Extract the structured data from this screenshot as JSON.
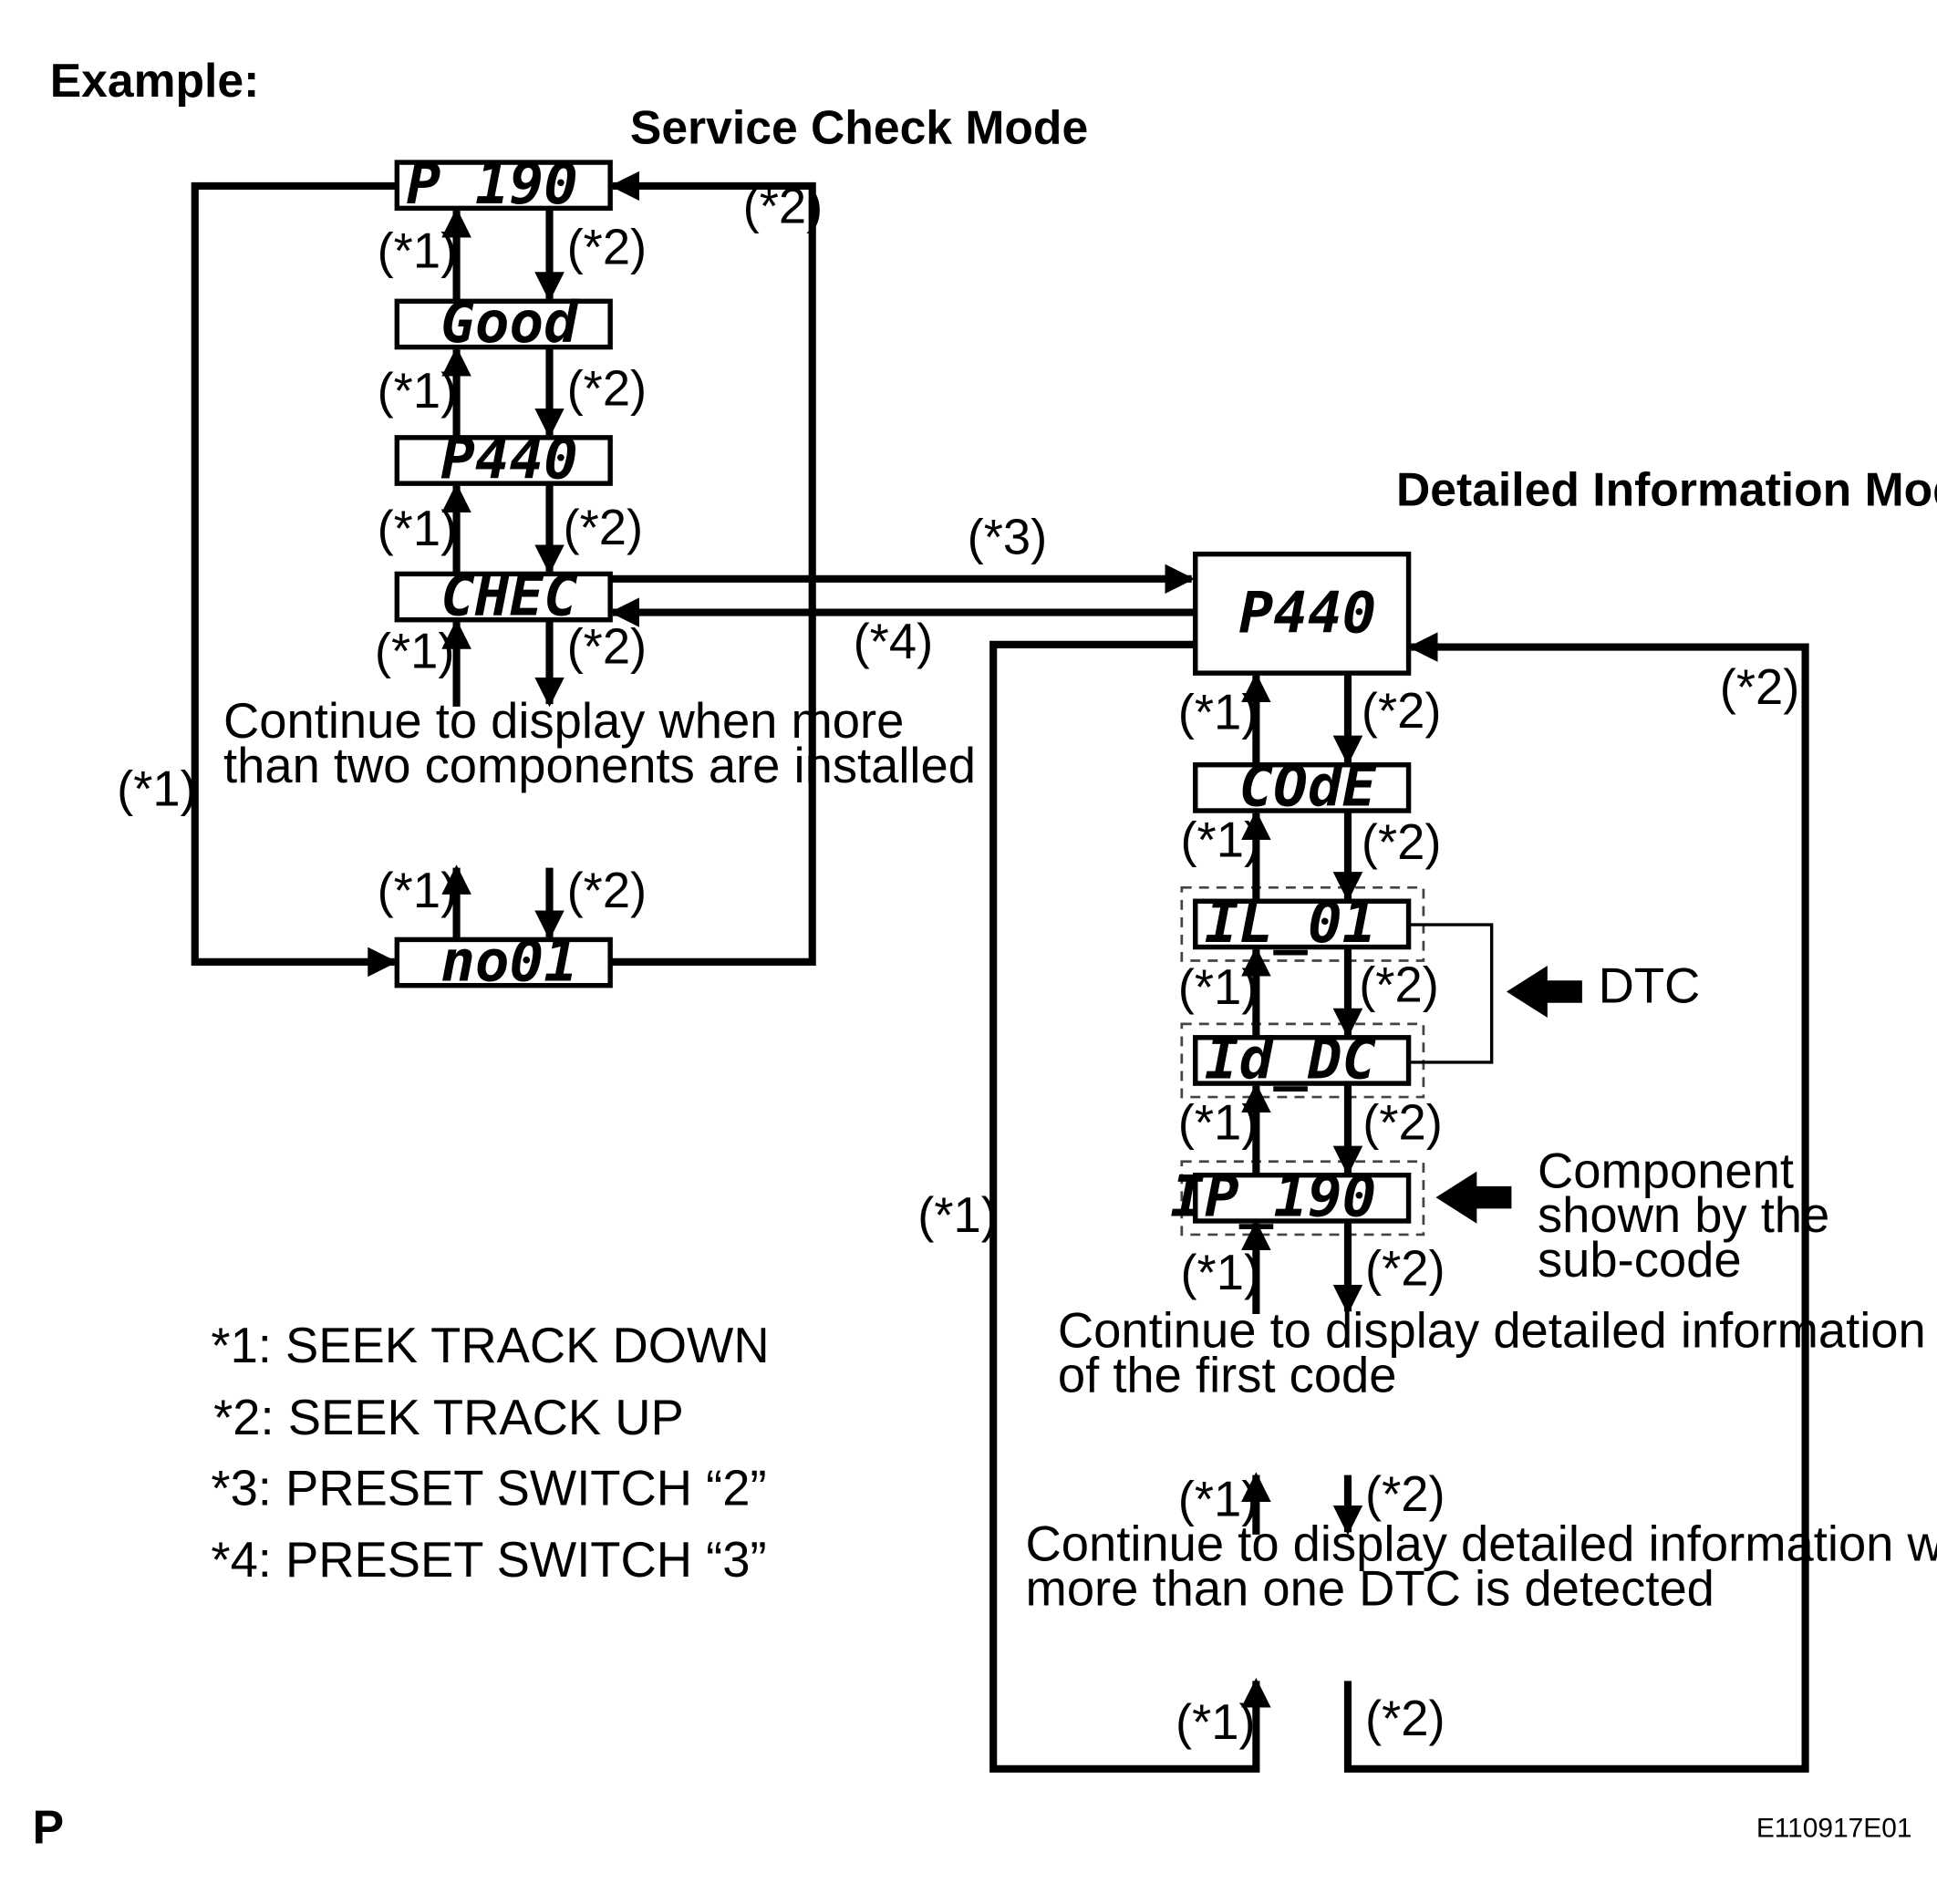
{
  "header": {
    "example_label": "Example:"
  },
  "service_mode": {
    "title": "Service Check Mode",
    "displays": [
      "P 190",
      "Good",
      "P440",
      "CHEC",
      "no01"
    ],
    "continue_note_line1": "Continue to display when more",
    "continue_note_line2": "than two components are installed"
  },
  "detail_mode": {
    "title": "Detailed Information Mode",
    "displays": [
      "P440",
      "COdE",
      "IL_01",
      "Id_DC",
      "IP_190"
    ],
    "dtc_label": "DTC",
    "component_line1": "Component",
    "component_line2": "shown by the",
    "component_line3": "sub-code",
    "first_code_line1": "Continue to display detailed information",
    "first_code_line2": "of the first code",
    "more_dtc_line1": "Continue to display detailed information when",
    "more_dtc_line2": "more than one DTC is detected"
  },
  "tags": {
    "t1": "(*1)",
    "t2": "(*2)",
    "t3": "(*3)",
    "t4": "(*4)"
  },
  "legend": [
    "*1: SEEK TRACK DOWN",
    "*2: SEEK TRACK UP",
    "*3: PRESET SWITCH “2”",
    "*4: PRESET SWITCH “3”"
  ],
  "footer": {
    "page_letter": "P",
    "figure_code": "E110917E01"
  }
}
